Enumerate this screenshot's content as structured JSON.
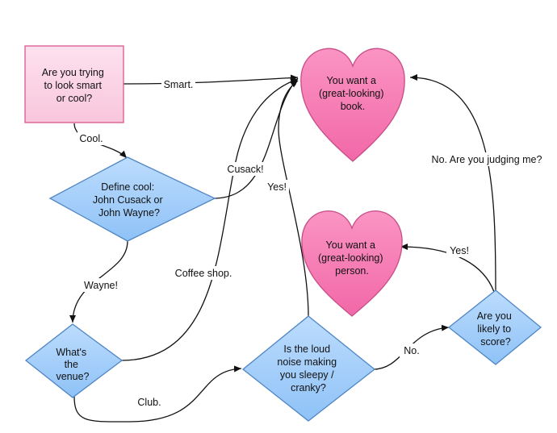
{
  "colors": {
    "box_fill": "#fbd3e4",
    "box_stroke": "#d9578f",
    "diamond_fill": "#a9d2fb",
    "diamond_stroke": "#4f86c4",
    "heart_fill": "#f77cb5",
    "heart_stroke": "#c74d86",
    "edge": "#111111"
  },
  "nodes": {
    "start": {
      "lines": [
        "Are you trying",
        "to look smart",
        "or cool?"
      ]
    },
    "define_cool": {
      "lines": [
        "Define cool:",
        "John Cusack or",
        "John Wayne?"
      ]
    },
    "venue": {
      "lines": [
        "What's",
        "the",
        "venue?"
      ]
    },
    "loud_noise": {
      "lines": [
        "Is the loud",
        "noise making",
        "you sleepy /",
        "cranky?"
      ]
    },
    "likely_score": {
      "lines": [
        "Are you",
        "likely to",
        "score?"
      ]
    },
    "want_book": {
      "lines": [
        "You want a",
        "(great-looking)",
        "book."
      ]
    },
    "want_person": {
      "lines": [
        "You want a",
        "(great-looking)",
        "person."
      ]
    }
  },
  "edges": {
    "smart": "Smart.",
    "cool": "Cool.",
    "cusack": "Cusack!",
    "wayne": "Wayne!",
    "coffee_shop": "Coffee shop.",
    "club": "Club.",
    "yes_noise": "Yes!",
    "no_noise": "No.",
    "yes_score": "Yes!",
    "no_judging": "No.  Are you judging me?"
  }
}
